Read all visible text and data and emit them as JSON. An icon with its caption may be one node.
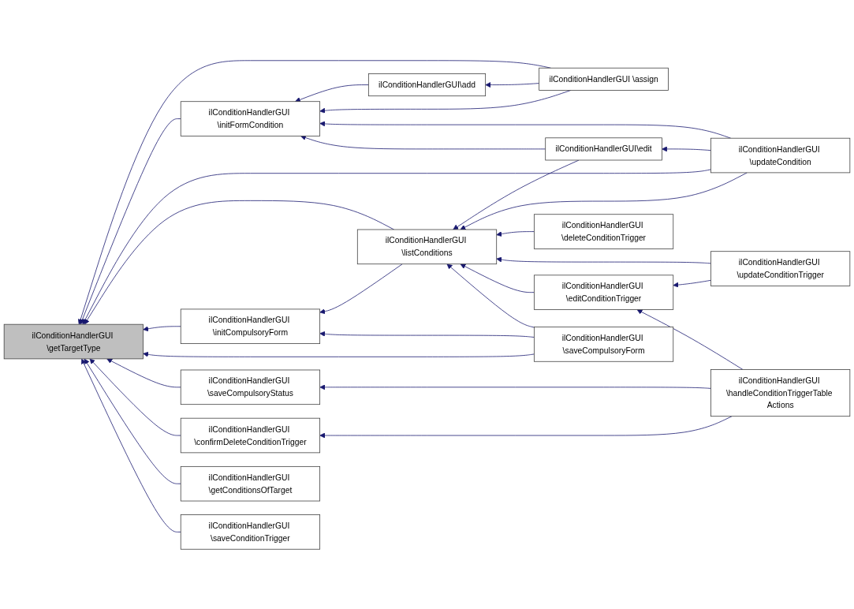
{
  "diagram": {
    "nodes": [
      {
        "text": [
          "ilConditionHandlerGUI \\getTargetType"
        ]
      },
      {
        "text": [
          "ilConditionHandlerGUI \\initFormCondition"
        ]
      },
      {
        "text": [
          "ilConditionHandlerGUI\\add"
        ]
      },
      {
        "text": [
          "ilConditionHandlerGUI \\assign"
        ]
      },
      {
        "text": [
          "ilConditionHandlerGUI \\updateCondition"
        ]
      },
      {
        "text": [
          "ilConditionHandlerGUI\\edit"
        ]
      },
      {
        "text": [
          "ilConditionHandlerGUI \\listConditions"
        ]
      },
      {
        "text": [
          "ilConditionHandlerGUI \\deleteConditionTrigger"
        ]
      },
      {
        "text": [
          "ilConditionHandlerGUI \\initCompulsoryForm"
        ]
      },
      {
        "text": [
          "ilConditionHandlerGUI \\editConditionTrigger"
        ]
      },
      {
        "text": [
          "ilConditionHandlerGUI \\updateConditionTrigger"
        ]
      },
      {
        "text": [
          "ilConditionHandlerGUI \\saveCompulsoryForm"
        ]
      },
      {
        "text": [
          "ilConditionHandlerGUI \\saveCompulsoryStatus"
        ]
      },
      {
        "text": [
          "ilConditionHandlerGUI \\handleConditionTriggerTable Actions"
        ]
      },
      {
        "text": [
          "ilConditionHandlerGUI \\confirmDeleteConditionTrigger"
        ]
      },
      {
        "text": [
          "ilConditionHandlerGUI \\getConditionsOfTarget"
        ]
      },
      {
        "text": [
          "ilConditionHandlerGUI \\saveConditionTrigger"
        ]
      }
    ],
    "edges": [
      {
        "from": 3,
        "to": 0,
        "arrow": "to"
      },
      {
        "from": 1,
        "to": 0,
        "arrow": "to"
      },
      {
        "from": 4,
        "to": 0,
        "arrow": "to"
      },
      {
        "from": 6,
        "to": 0,
        "arrow": "to"
      },
      {
        "from": 8,
        "to": 0,
        "arrow": "to"
      },
      {
        "from": 11,
        "to": 0,
        "arrow": "to"
      },
      {
        "from": 12,
        "to": 0,
        "arrow": "to"
      },
      {
        "from": 14,
        "to": 0,
        "arrow": "to"
      },
      {
        "from": 15,
        "to": 0,
        "arrow": "to"
      },
      {
        "from": 16,
        "to": 0,
        "arrow": "to"
      },
      {
        "from": 2,
        "to": 1,
        "arrow": "to"
      },
      {
        "from": 3,
        "to": 1,
        "arrow": "to"
      },
      {
        "from": 4,
        "to": 1,
        "arrow": "to"
      },
      {
        "from": 5,
        "to": 1,
        "arrow": "to"
      },
      {
        "from": 3,
        "to": 2,
        "arrow": "to"
      },
      {
        "from": 4,
        "to": 5,
        "arrow": "to"
      },
      {
        "from": 5,
        "to": 6,
        "arrow": "to"
      },
      {
        "from": 4,
        "to": 6,
        "arrow": "to"
      },
      {
        "from": 7,
        "to": 6,
        "arrow": "to"
      },
      {
        "from": 10,
        "to": 6,
        "arrow": "to"
      },
      {
        "from": 9,
        "to": 6,
        "arrow": "to"
      },
      {
        "from": 11,
        "to": 6,
        "arrow": "to"
      },
      {
        "from": 6,
        "to": 8,
        "arrow": "to"
      },
      {
        "from": 11,
        "to": 8,
        "arrow": "to"
      },
      {
        "from": 10,
        "to": 9,
        "arrow": "to"
      },
      {
        "from": 13,
        "to": 9,
        "arrow": "to"
      },
      {
        "from": 13,
        "to": 12,
        "arrow": "to"
      },
      {
        "from": 13,
        "to": 14,
        "arrow": "to"
      }
    ]
  }
}
